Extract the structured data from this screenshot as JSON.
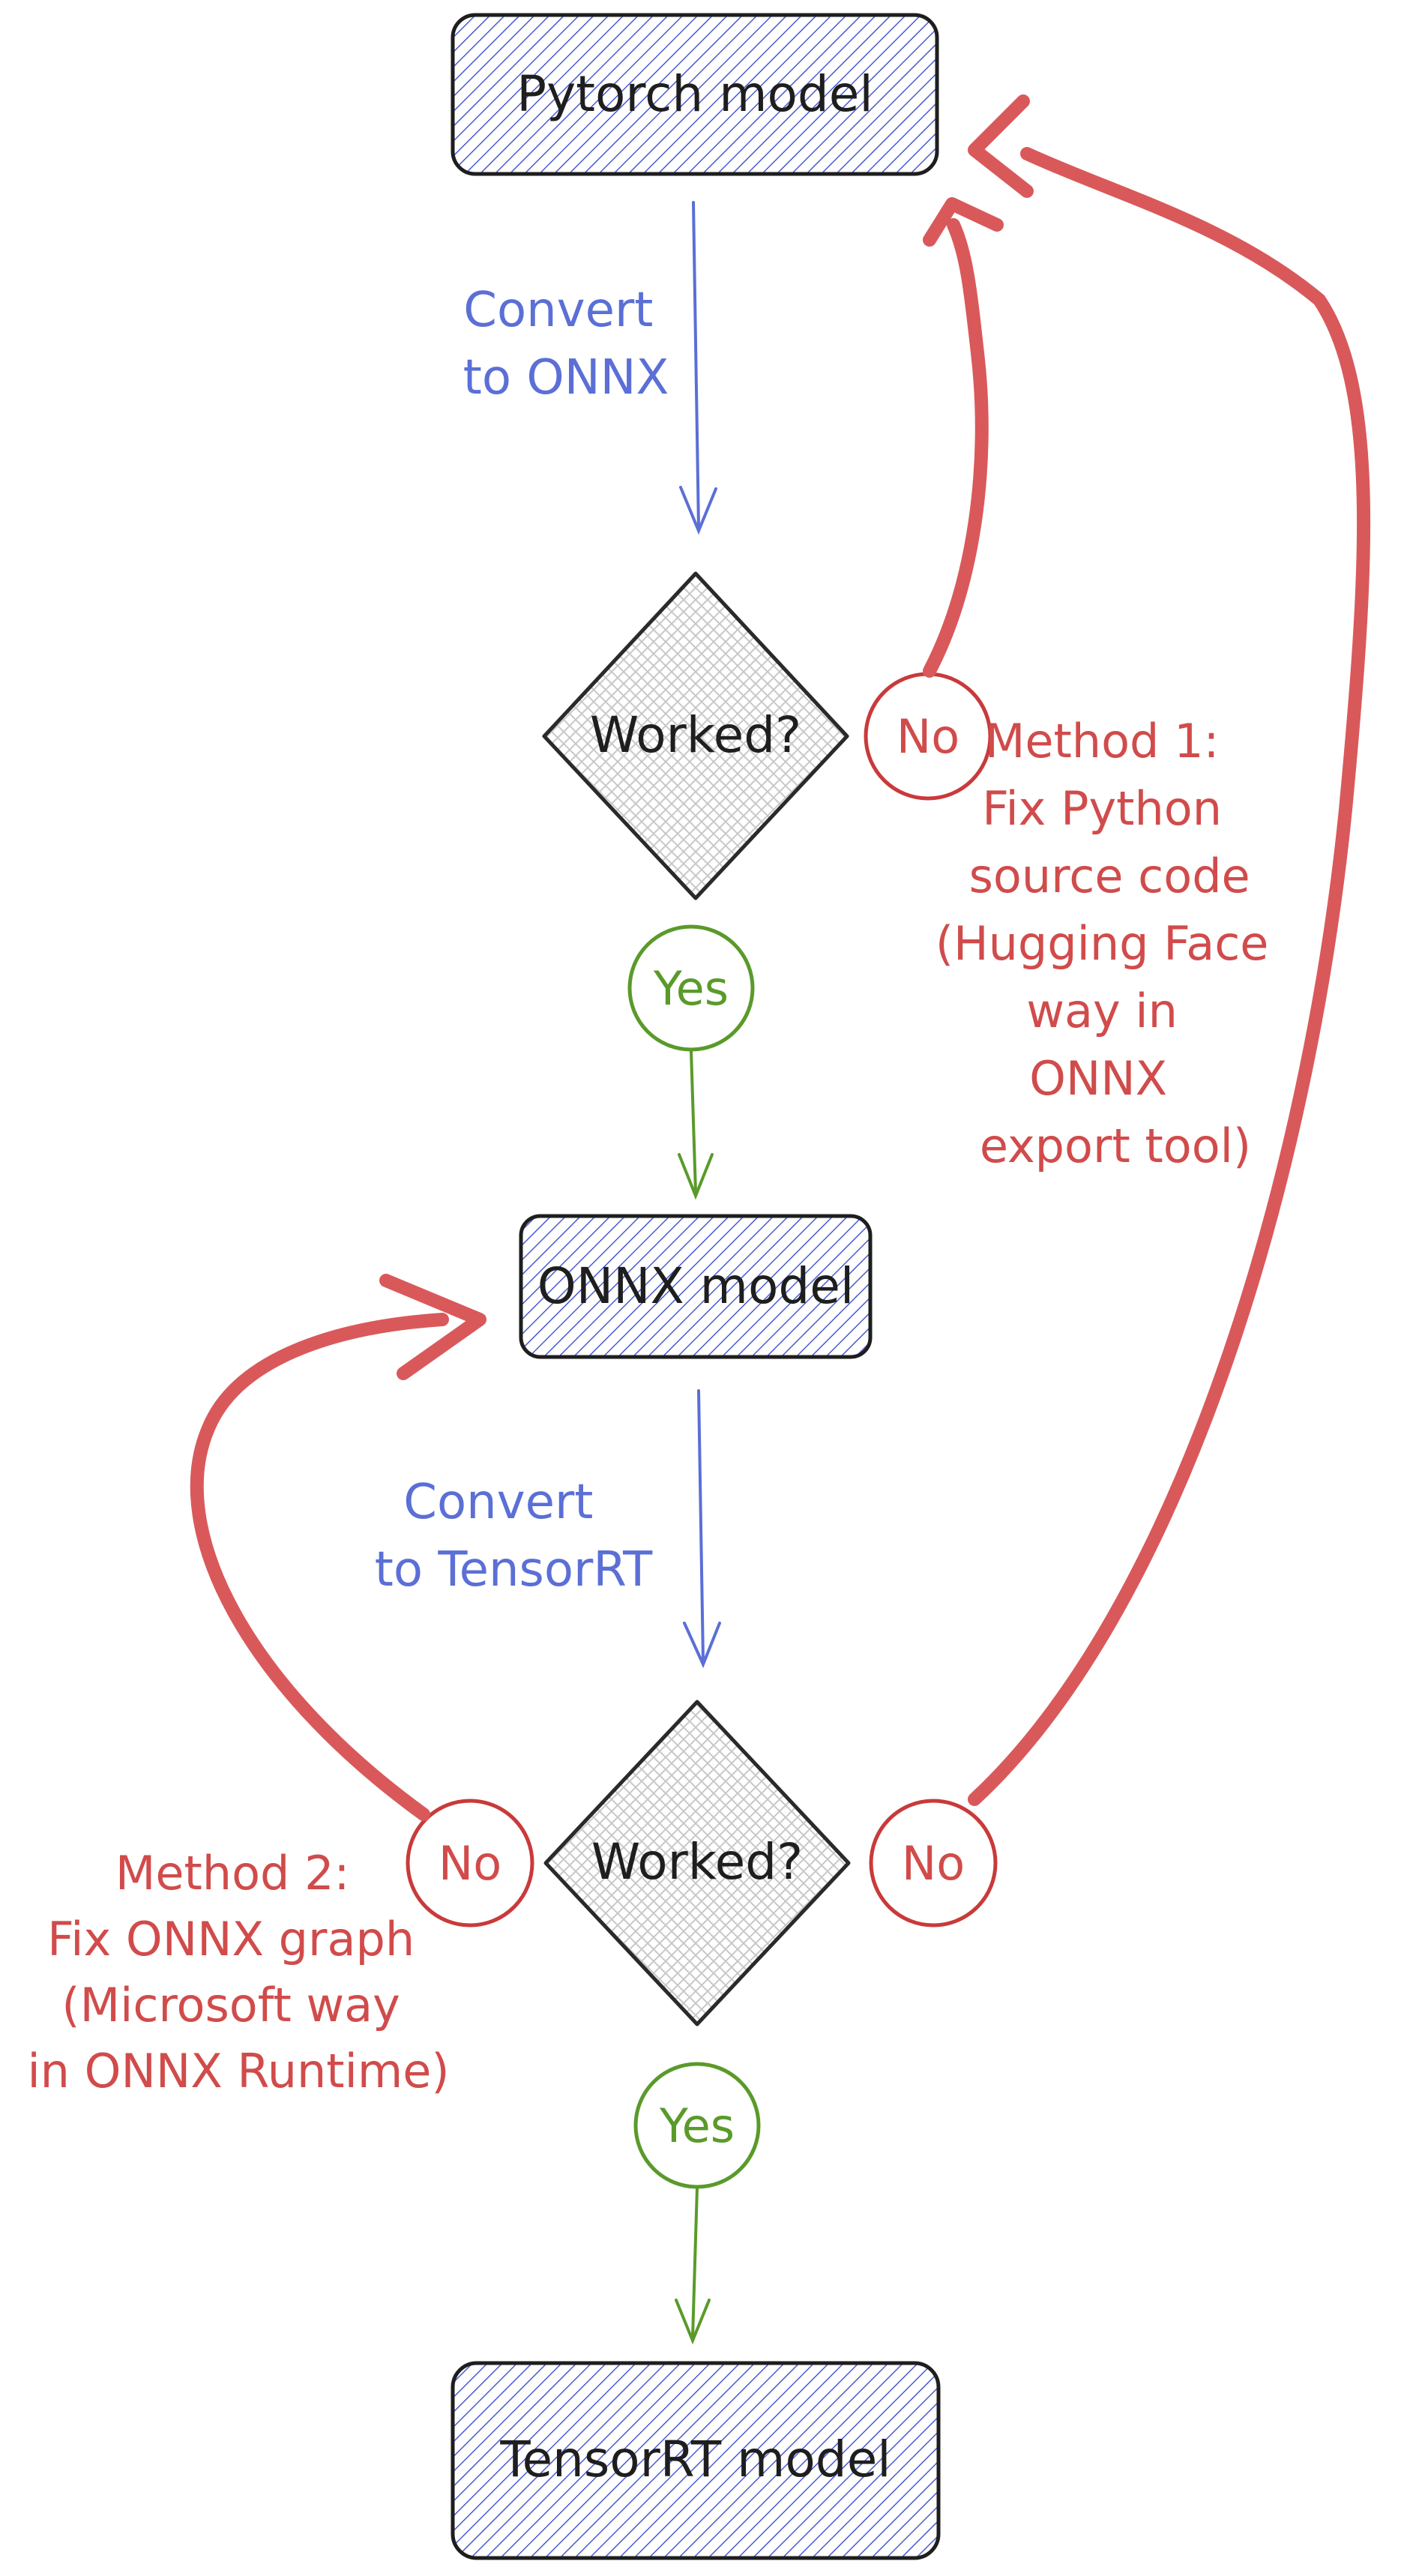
{
  "nodes": {
    "pytorch": "Pytorch model",
    "worked_1": "Worked?",
    "onnx": "ONNX model",
    "worked_2": "Worked?",
    "tensorrt": "TensorRT model"
  },
  "edges": {
    "convert_onnx": [
      "Convert",
      "to ONNX"
    ],
    "convert_tensorrt": [
      "Convert",
      "to TensorRT"
    ],
    "yes_1": "Yes",
    "no_1": "No",
    "yes_2": "Yes",
    "no_left": "No",
    "no_right": "No"
  },
  "notes": {
    "method_1": [
      "Method 1:",
      "Fix Python",
      "source code",
      "(Hugging Face",
      "way in",
      "ONNX",
      "export tool)"
    ],
    "method_2": [
      "Method 2:",
      "Fix ONNX graph",
      "(Microsoft way",
      "in ONNX Runtime)"
    ]
  },
  "colors": {
    "box_fill": "#4a5bd1",
    "diamond_fill": "#c8c8c8",
    "stroke": "#1e1e1e",
    "blue": "#5b6fd6",
    "red": "#d14b4b",
    "green": "#5a9a2a"
  }
}
